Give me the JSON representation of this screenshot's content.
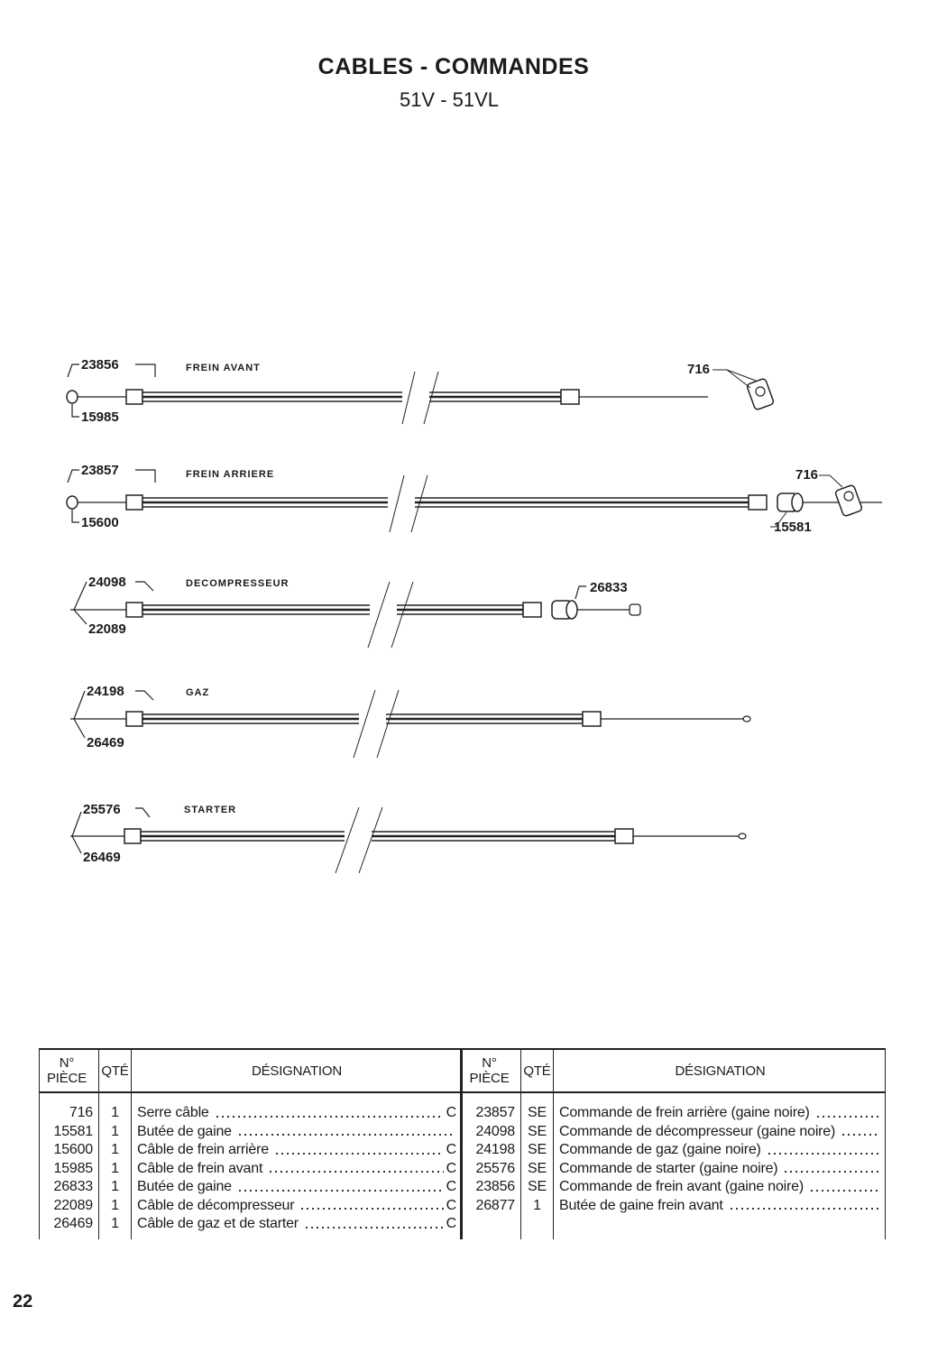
{
  "header": {
    "title": "CABLES  -  COMMANDES",
    "subtitle": "51V - 51VL"
  },
  "diagram": {
    "cables": [
      {
        "name": "FREIN  AVANT",
        "top_ref": "23856",
        "bottom_ref": "15985",
        "extra_refs": [
          "716"
        ]
      },
      {
        "name": "FREIN ARRIERE",
        "top_ref": "23857",
        "bottom_ref": "15600",
        "extra_refs": [
          "716",
          "15581"
        ]
      },
      {
        "name": "DECOMPRESSEUR",
        "top_ref": "24098",
        "bottom_ref": "22089",
        "extra_refs": [
          "26833"
        ]
      },
      {
        "name": "GAZ",
        "top_ref": "24198",
        "bottom_ref": "26469",
        "extra_refs": []
      },
      {
        "name": "STARTER",
        "top_ref": "25576",
        "bottom_ref": "26469",
        "extra_refs": []
      }
    ]
  },
  "table": {
    "headers": {
      "ref": "N° PIÈCE",
      "ref_line1": "N°",
      "ref_line2": "PIÈCE",
      "qty": "QTÉ",
      "designation": "DÉSIGNATION"
    },
    "left": [
      {
        "ref": "716",
        "qty": "1",
        "designation": "Serre câble",
        "mark": "C"
      },
      {
        "ref": "15581",
        "qty": "1",
        "designation": "Butée de gaine",
        "mark": ""
      },
      {
        "ref": "15600",
        "qty": "1",
        "designation": "Câble de frein arrière",
        "mark": "C"
      },
      {
        "ref": "15985",
        "qty": "1",
        "designation": "Câble de frein avant",
        "mark": "C"
      },
      {
        "ref": "26833",
        "qty": "1",
        "designation": "Butée de gaine",
        "mark": "C"
      },
      {
        "ref": "22089",
        "qty": "1",
        "designation": "Câble de décompresseur",
        "mark": "C"
      },
      {
        "ref": "26469",
        "qty": "1",
        "designation": "Câble de gaz et de starter",
        "mark": "C"
      }
    ],
    "right": [
      {
        "ref": "23857",
        "qty": "SE",
        "designation": "Commande de frein arrière (gaine noire)"
      },
      {
        "ref": "24098",
        "qty": "SE",
        "designation": "Commande de décompresseur (gaine noire)"
      },
      {
        "ref": "24198",
        "qty": "SE",
        "designation": "Commande de gaz (gaine noire)"
      },
      {
        "ref": "25576",
        "qty": "SE",
        "designation": "Commande de starter (gaine noire)"
      },
      {
        "ref": "23856",
        "qty": "SE",
        "designation": "Commande de frein avant (gaine noire)"
      },
      {
        "ref": "26877",
        "qty": "1",
        "designation": "Butée de gaine frein avant"
      }
    ]
  },
  "footer": {
    "page_number": "22"
  }
}
